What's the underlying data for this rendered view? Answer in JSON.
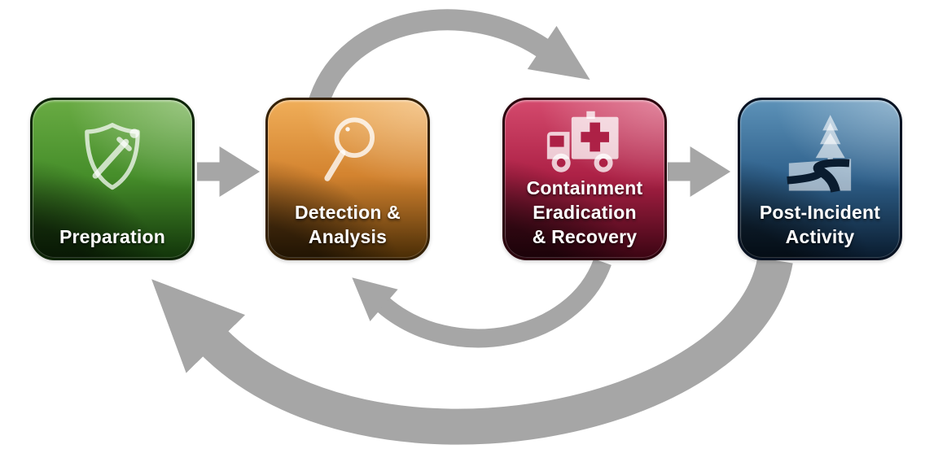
{
  "background": "#ffffff",
  "diagram_name": "incident-response-lifecycle",
  "tiles": [
    {
      "name": "preparation",
      "lines": [
        "Preparation"
      ],
      "icon": "shield-sword-icon",
      "colors": {
        "light": "#69ab43",
        "mid": "#468e2a",
        "dark": "#12350a",
        "border": "#0d2406"
      }
    },
    {
      "name": "detection-analysis",
      "lines": [
        "Detection &",
        "Analysis"
      ],
      "icon": "magnifier-icon",
      "colors": {
        "light": "#f0ae59",
        "mid": "#d3832f",
        "dark": "#4a2d06",
        "border": "#352104"
      }
    },
    {
      "name": "containment-eradication-recovery",
      "lines": [
        "Containment",
        "Eradication",
        "& Recovery"
      ],
      "icon": "ambulance-icon",
      "colors": {
        "light": "#d44a6d",
        "mid": "#ad2146",
        "dark": "#3c0513",
        "border": "#2b030d"
      }
    },
    {
      "name": "post-incident-activity",
      "lines": [
        "Post-Incident",
        "Activity"
      ],
      "icon": "tree-path-icon",
      "colors": {
        "light": "#5d92b8",
        "mid": "#2f618c",
        "dark": "#0a1c2f",
        "border": "#071222"
      }
    }
  ],
  "arrows": {
    "color": "#a6a6a6",
    "items": [
      {
        "name": "arrow-preparation-to-detection",
        "type": "straight"
      },
      {
        "name": "arrow-containment-to-postincident",
        "type": "straight"
      },
      {
        "name": "arrow-detection-to-containment-top-arc",
        "type": "arc"
      },
      {
        "name": "arrow-containment-back-to-detection-arc",
        "type": "arc"
      },
      {
        "name": "arrow-postincident-back-to-preparation-arc",
        "type": "arc"
      }
    ]
  }
}
